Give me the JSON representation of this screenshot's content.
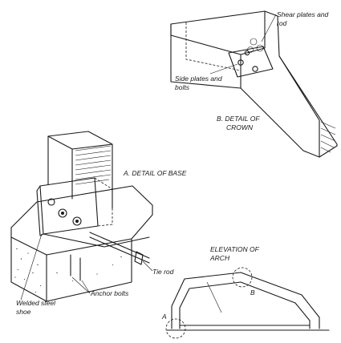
{
  "labels": {
    "shear_plates": [
      "Shear plates and",
      "rod"
    ],
    "side_plates": [
      "Side plates and",
      "bolts"
    ],
    "detail_crown": [
      "B. DETAIL OF",
      "CROWN"
    ],
    "detail_base": "A. DETAIL OF BASE",
    "tie_rod": "Tie rod",
    "anchor_bolts": "Anchor bolts",
    "welded_shoe": [
      "Welded steel",
      "shoe"
    ],
    "elevation": [
      "ELEVATION OF",
      "ARCH"
    ],
    "marker_a": "A",
    "marker_b": "B"
  }
}
